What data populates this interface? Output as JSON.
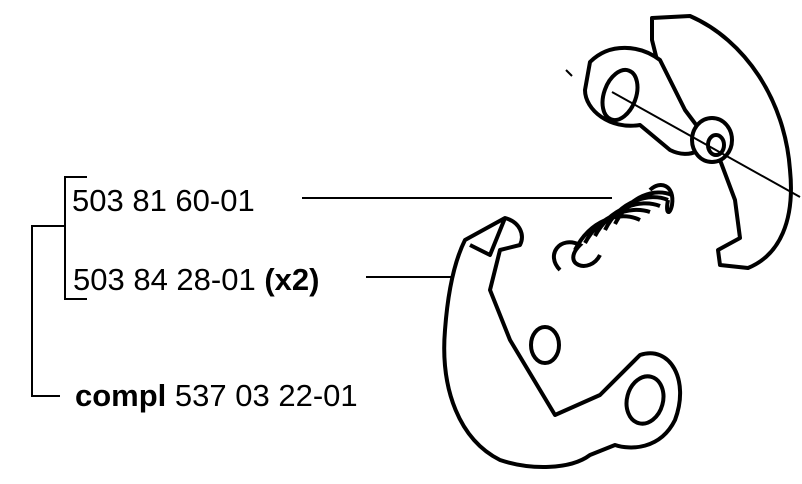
{
  "diagram": {
    "type": "exploded parts diagram",
    "subject": "clutch shoe assembly with spring",
    "parts": [
      {
        "id": "spring",
        "part_number": "503 81 60-01",
        "qty_note": ""
      },
      {
        "id": "shoe",
        "part_number": "503 84 28-01",
        "qty_note": "(x2)"
      }
    ],
    "assembly": {
      "prefix": "compl",
      "part_number": "537 03 22-01"
    }
  }
}
